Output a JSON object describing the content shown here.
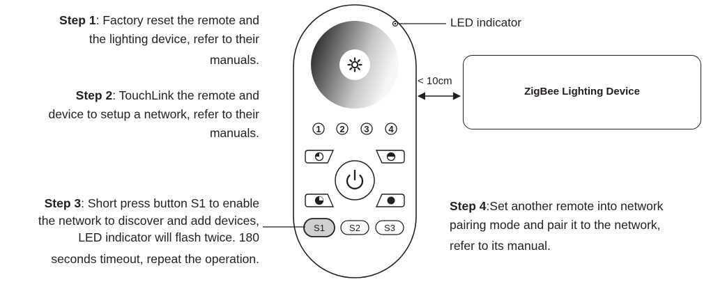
{
  "steps": [
    {
      "title": "Step 1",
      "lines": [
        "Factory reset the remote and",
        "the lighting device, refer to their",
        "manuals."
      ]
    },
    {
      "title": "Step 2",
      "lines": [
        "TouchLink the remote and",
        "device to setup a network, refer to their",
        "manuals."
      ]
    },
    {
      "title": "Step 3",
      "lines": [
        "Short press button S1 to enable",
        "the network to discover and add devices,",
        "LED indicator will flash twice. 180",
        "seconds timeout, repeat the operation."
      ]
    },
    {
      "title": "Step 4",
      "lines": [
        "Set another remote into network",
        "pairing mode and pair it to the network,",
        "refer to its manual."
      ]
    }
  ],
  "labels": {
    "led": "LED indicator",
    "distance": "< 10cm",
    "device": "ZigBee Lighting Device"
  },
  "remote": {
    "zones": [
      "1",
      "2",
      "3",
      "4"
    ],
    "scene_buttons": [
      "S1",
      "S2",
      "S3"
    ],
    "wheel_icon": "sun-icon",
    "power_icon": "power-icon",
    "highlighted_button": "S1",
    "colors": {
      "outline": "#231f20",
      "highlight": "#cfcfcf"
    }
  }
}
